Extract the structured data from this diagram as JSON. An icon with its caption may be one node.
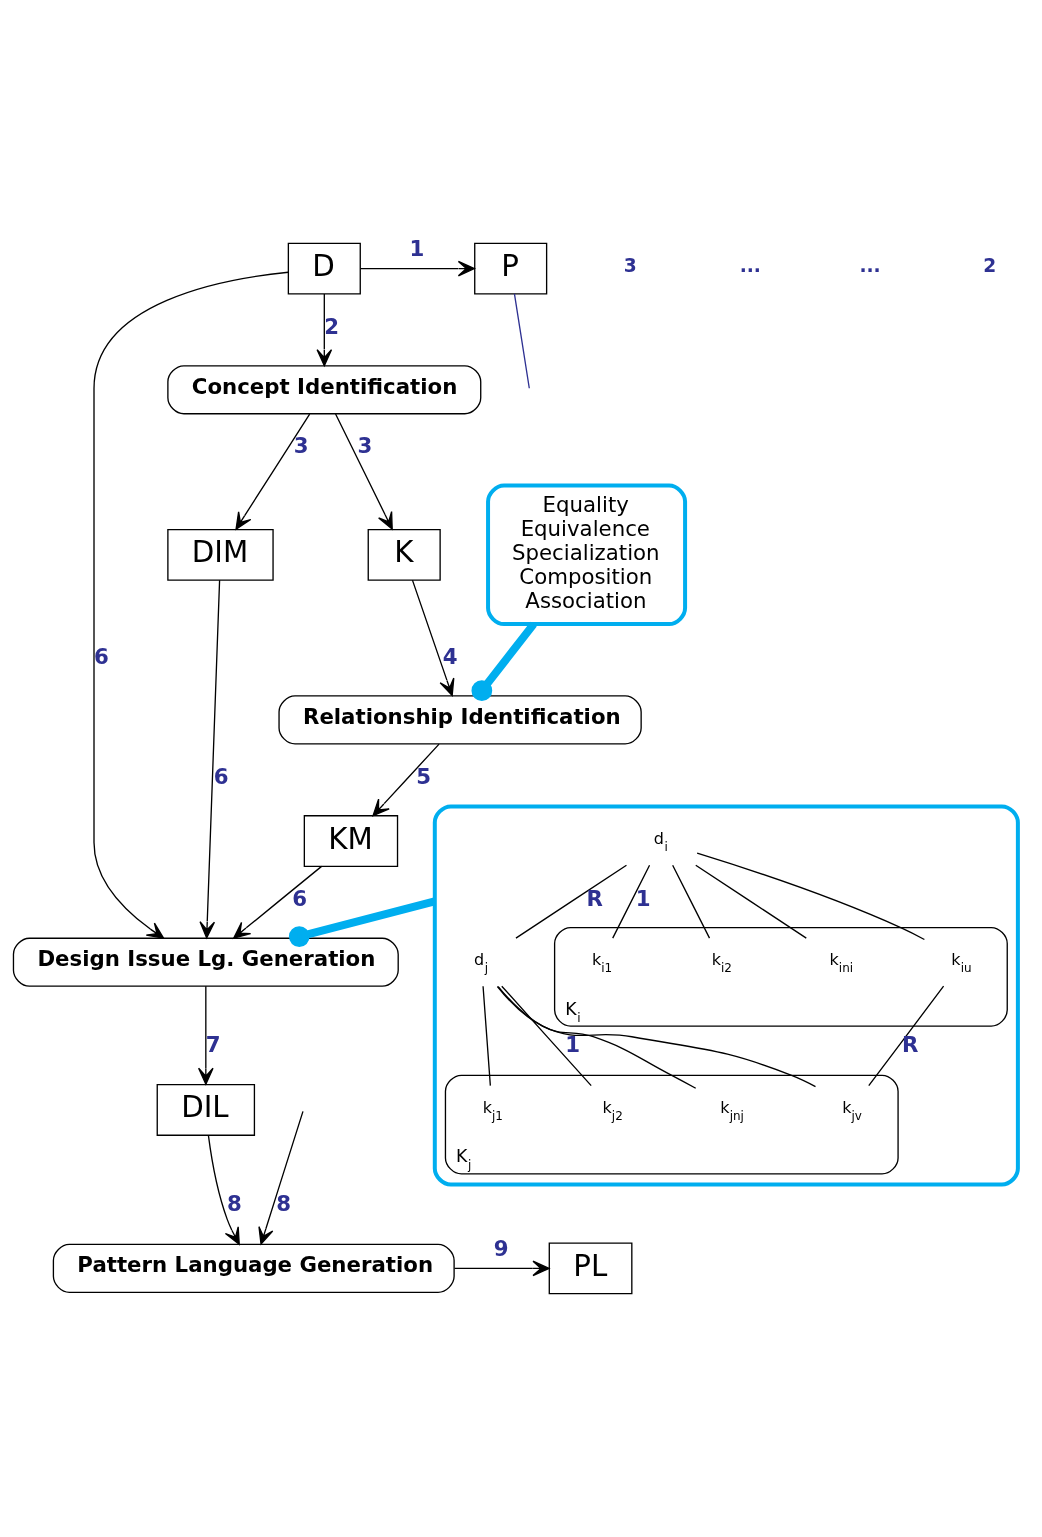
{
  "diagram": {
    "nodes": [
      {
        "text": [
          "D"
        ]
      },
      {
        "text": [
          "P"
        ]
      },
      {
        "text": [
          "Concept Identification"
        ]
      },
      {
        "text": [
          "DIM"
        ]
      },
      {
        "text": [
          "K"
        ]
      },
      {
        "text": [
          "Relationship Identification"
        ]
      },
      {
        "text": [
          "KM"
        ]
      },
      {
        "text": [
          "Equality",
          "Equivalence",
          "Specialization",
          "Composition",
          "Association"
        ]
      },
      {
        "text": [
          "Design Issue Lg. Generation"
        ]
      },
      {
        "text": [
          "DIL"
        ]
      },
      {
        "text": [
          "Pattern Language Generation"
        ]
      },
      {
        "text": [
          "PL"
        ]
      },
      {
        "text": [],
        "shape": "box"
      },
      {
        "text": [
          "d$_{i}$"
        ],
        "in": 12
      },
      {
        "text": [
          "d$_{j}$"
        ],
        "in": 12
      },
      {
        "text": [
          "K$_{i}$"
        ],
        "in": 12
      },
      {
        "text": [
          "k$_{i1}$"
        ],
        "in": 15
      },
      {
        "text": [
          "k$_{i2}$"
        ],
        "in": 15
      },
      {
        "text": [
          "k$_{ini}$"
        ],
        "in": 15
      },
      {
        "text": [
          "k$_{iu}$"
        ],
        "in": 15
      },
      {
        "text": [
          "K$_{j}$"
        ],
        "in": 12
      },
      {
        "text": [
          "k$_{j1}$"
        ],
        "in": 20
      },
      {
        "text": [
          "k$_{j2}$"
        ],
        "in": 20
      },
      {
        "text": [
          "k$_{jnj}$"
        ],
        "in": 20
      },
      {
        "text": [
          "k$_{jv}$"
        ],
        "in": 20
      }
    ],
    "edges": [
      {
        "from": 0,
        "to": 1,
        "arrow": "to",
        "label": "1"
      },
      {
        "from": 1,
        "to": null,
        "arrow": "none",
        "color": "#2e3192"
      },
      {
        "from": 0,
        "to": 2,
        "arrow": "to",
        "label": "2"
      },
      {
        "from": 2,
        "to": 3,
        "arrow": "to",
        "label": "3"
      },
      {
        "from": 2,
        "to": 4,
        "arrow": "to",
        "label": "3"
      },
      {
        "from": 4,
        "to": 5,
        "arrow": "to",
        "label": "4"
      },
      {
        "from": 5,
        "to": 6,
        "arrow": "to",
        "label": "5"
      },
      {
        "from": 0,
        "to": 8,
        "arrow": "to",
        "label": "6"
      },
      {
        "from": 3,
        "to": 8,
        "arrow": "to",
        "label": "6"
      },
      {
        "from": 6,
        "to": 8,
        "arrow": "to",
        "label": "6"
      },
      {
        "from": 7,
        "to": 5,
        "arrow": "other",
        "color": "#00aeef",
        "style": "thick"
      },
      {
        "from": 12,
        "to": 8,
        "arrow": "other",
        "color": "#00aeef",
        "style": "thick"
      },
      {
        "from": 8,
        "to": 9,
        "arrow": "to",
        "label": "7"
      },
      {
        "from": 9,
        "to": 10,
        "arrow": "to",
        "label": "8"
      },
      {
        "from": null,
        "to": 10,
        "arrow": "to",
        "label": "8"
      },
      {
        "from": 10,
        "to": 11,
        "arrow": "to",
        "label": "9"
      },
      {
        "from": 13,
        "to": 14,
        "arrow": "none",
        "label": "R"
      },
      {
        "from": 13,
        "to": 16,
        "arrow": "none",
        "label": "1"
      },
      {
        "from": 13,
        "to": 17,
        "arrow": "none"
      },
      {
        "from": 13,
        "to": 18,
        "arrow": "none"
      },
      {
        "from": 13,
        "to": 19,
        "arrow": "none"
      },
      {
        "from": 14,
        "to": 21,
        "arrow": "none"
      },
      {
        "from": 14,
        "to": 22,
        "arrow": "none",
        "label": "1"
      },
      {
        "from": 14,
        "to": 23,
        "arrow": "none"
      },
      {
        "from": 14,
        "to": 24,
        "arrow": "none"
      },
      {
        "from": 19,
        "to": 24,
        "arrow": "none",
        "label": "R"
      }
    ],
    "labels": [
      "3",
      "...",
      "...",
      "2"
    ]
  }
}
